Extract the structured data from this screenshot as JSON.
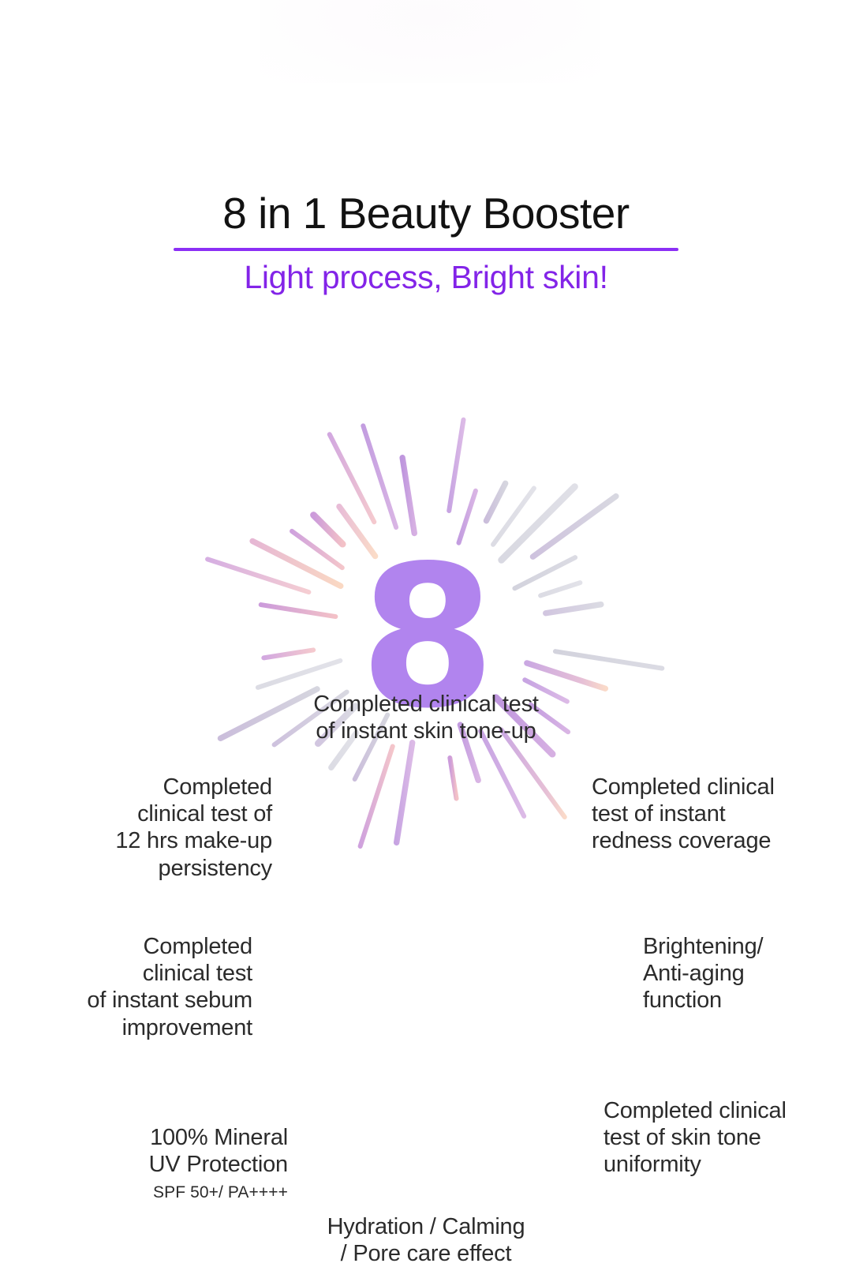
{
  "header": {
    "title": "8 in 1 Beauty Booster",
    "subtitle": "Light process, Bright skin!",
    "divider_color": "#8b2ff5",
    "subtitle_color": "#8324e8"
  },
  "center": {
    "numeral": "8",
    "numeral_color": "#b184ee",
    "icon": "sunburst-rays"
  },
  "benefits": {
    "top": "Completed clinical test\nof instant skin tone-up",
    "top_left": "Completed\nclinical test of\n12 hrs make-up\npersistency",
    "top_right": "Completed clinical\ntest of instant\nredness coverage",
    "mid_left": "Completed\nclinical test\nof instant  sebum\nimprovement",
    "mid_right": "Brightening/\nAnti-aging\nfunction",
    "bottom_left": "100% Mineral\nUV Protection",
    "bottom_left_sub": "SPF 50+/ PA++++",
    "bottom_right": "Completed clinical\ntest of skin tone\nuniformity",
    "bottom": "Hydration / Calming\n/ Pore care effect"
  },
  "sunburst": {
    "ray_count": 40,
    "colors": {
      "purple": "#b88ad8",
      "pink": "#e2a6cf",
      "rose": "#f0b8c6",
      "peach": "#f8cdb6",
      "lavender_gray": "#cbcbd9",
      "gray": "#d2d2dc",
      "violet": "#c09ae0"
    }
  }
}
